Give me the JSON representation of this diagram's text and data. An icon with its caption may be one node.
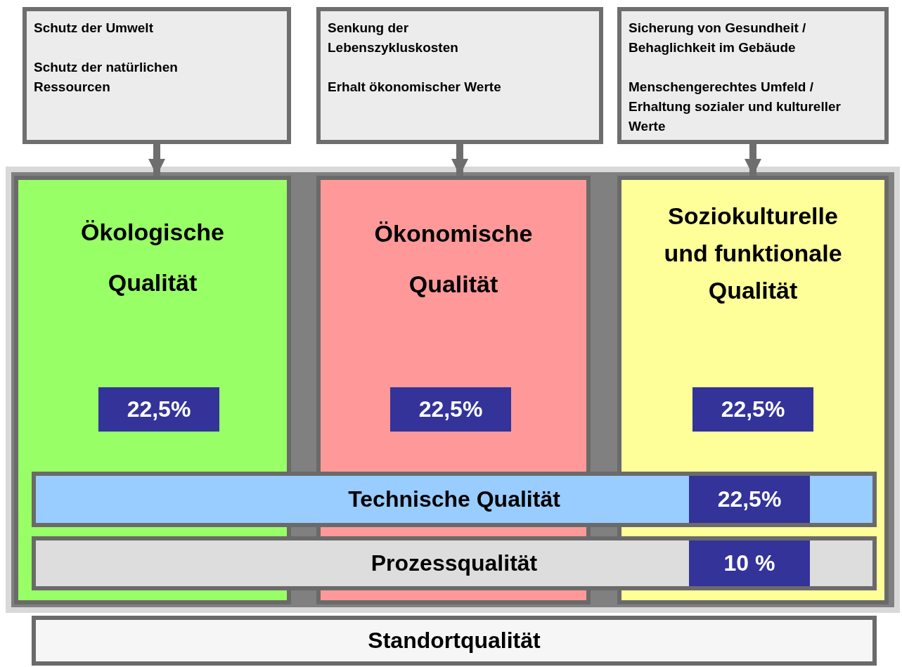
{
  "diagram": {
    "nodes": [
      {
        "text": [
          "Schutz der Umwelt",
          "Schutz der natürlichen Ressourcen"
        ]
      },
      {
        "text": [
          "Senkung der Lebenszykluskosten",
          "Erhalt ökonomischer Werte"
        ]
      },
      {
        "text": [
          "Sicherung von Gesundheit / Behaglichkeit im Gebäude",
          "Menschengerechtes Umfeld / Erhaltung sozialer und kultureller Werte"
        ]
      },
      {
        "text": [
          "Ökologische Qualität"
        ]
      },
      {
        "text": [
          "22,5%"
        ],
        "in": 3
      },
      {
        "text": [
          "Ökonomische Qualität"
        ]
      },
      {
        "text": [
          "22,5%"
        ],
        "in": 5
      },
      {
        "text": [
          "Soziokulturelle und funktionale Qualität"
        ]
      },
      {
        "text": [
          "22,5%"
        ],
        "in": 7
      },
      {
        "text": [
          "Technische Qualität"
        ]
      },
      {
        "text": [
          "22,5%"
        ]
      },
      {
        "text": [
          "Prozessqualität"
        ]
      },
      {
        "text": [
          "10 %"
        ]
      },
      {
        "text": [
          "Standortqualität"
        ]
      }
    ],
    "edges": [
      {
        "from": 0,
        "to": 3,
        "arrow": "to"
      },
      {
        "from": 1,
        "to": 5,
        "arrow": "to"
      },
      {
        "from": 2,
        "to": 7,
        "arrow": "to"
      }
    ]
  }
}
